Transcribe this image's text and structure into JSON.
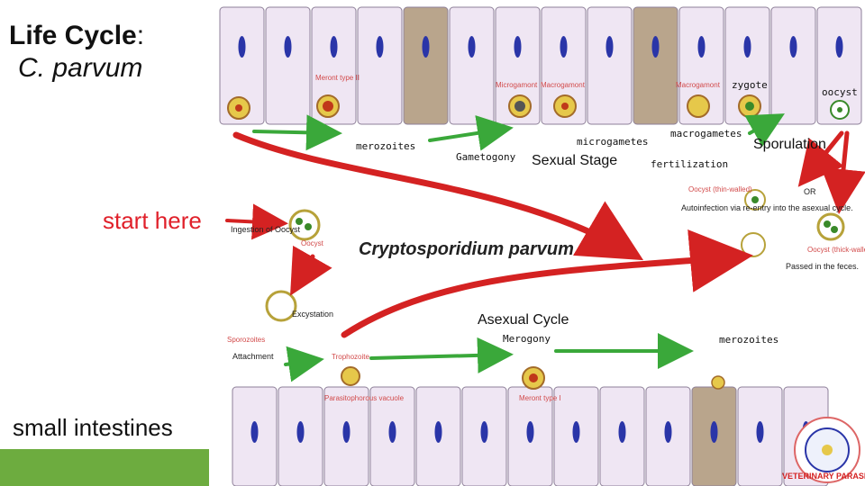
{
  "slide": {
    "title_prefix": "Life Cycle",
    "title_colon": ":",
    "title_species": "C. parvum",
    "start_label": "start here",
    "intestines_label": "small intestines"
  },
  "diagram": {
    "title": "Cryptosporidium parvum",
    "sexual_stage": "Sexual Stage",
    "asexual_cycle": "Asexual Cycle",
    "top_labels": {
      "merozoites": "merozoites",
      "gametogony": "Gametogony",
      "microgametes": "microgametes",
      "macrogametes": "macrogametes",
      "zygote": "zygote",
      "oocyst": "oocyst",
      "fertilization": "fertilization",
      "sporulation": "Sporulation"
    },
    "cell_labels": {
      "meront_type2": "Meront type II",
      "microgamont": "Microgamont",
      "macrogamont_a": "Macrogamont",
      "macrogamont_b": "Macrogamont",
      "trophozoite": "Trophozoite",
      "parasitophorous": "Parasitophorous vacuole",
      "meront_type1": "Meront type I"
    },
    "middle_labels": {
      "ingestion": "Ingestion of Oocyst",
      "oocyst_red": "Oocyst",
      "excystation": "Excystation",
      "sporozoites": "Sporozoites",
      "attachment": "Attachment",
      "merogony": "Merogony",
      "merozoites_low": "merozoites",
      "thin_title": "Oocyst (thin-walled)",
      "thin_desc": "Autoinfection via re-entry into the asexual cycle.",
      "or": "OR",
      "thick_title": "Oocyst (thick-walled)",
      "thick_desc": "Passed in the feces."
    },
    "logo": "VETERINARY PARASITE"
  },
  "colors": {
    "cell_fill": "#efe6f3",
    "cell_stroke": "#8d7f98",
    "nucleus": "#2a35a8",
    "brown_cell": "#b9a58c",
    "arrow_red": "#d42222",
    "arrow_green": "#3aa83a",
    "accent_green": "#6dac3f",
    "parasite_yellow": "#e6c84a"
  }
}
